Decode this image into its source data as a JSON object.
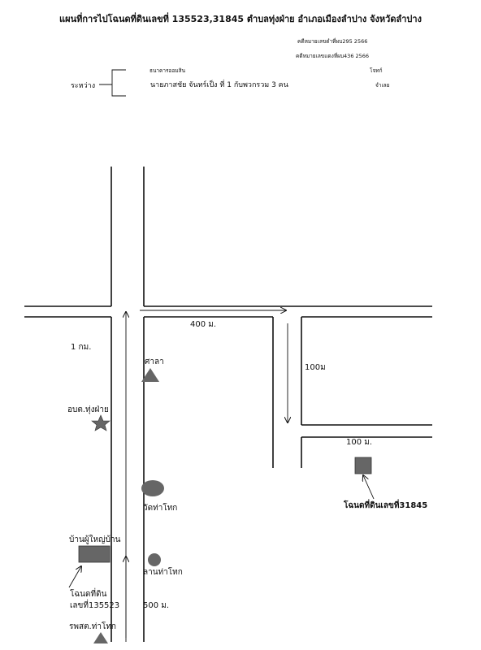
{
  "header": {
    "title": "แผนที่การไปโฉนดที่ดินเลขที่ 135523,31845 ตำบลทุ่งฝ่าย อำเภอเมืองลำปาง จังหวัดลำปาง",
    "case_red": "คดีหมายเลขดำที่ผบ295 2566",
    "case_black": "คดีหมายเลขแดงที่ผบ436 2566",
    "between_label": "ระหว่าง",
    "plaintiff_name": "ธนาคารออมสิน",
    "plaintiff_role": "โจทก์",
    "defendant_name": "นายภาสชัย จันทร์เป็ง ที่ 1 กับพวกรวม 3 คน",
    "defendant_role": "จำเลย"
  },
  "map": {
    "dist_400": "400 ม.",
    "dist_1km": "1 กม.",
    "dist_100_side": "100ม",
    "dist_100_lower": "100 ม.",
    "dist_500": "500 ม.",
    "label_sala": "ศาลา",
    "label_tao": "อบต.ทุ่งฝ่าย",
    "label_temple": "วัดท่าโทก",
    "label_village_head": "บ้านผู้ใหญ่บ้าน",
    "label_ground": "ลานท่าโทก",
    "label_deed_1": "โฉนดที่ดิน",
    "label_deed_2": "เลขที่135523",
    "label_deed_31845": "โฉนดที่ดินเลขที่31845",
    "label_hospital": "รพสต.ท่าโทก"
  },
  "colors": {
    "ink": "#111111",
    "symbol_fill": "#666666"
  }
}
